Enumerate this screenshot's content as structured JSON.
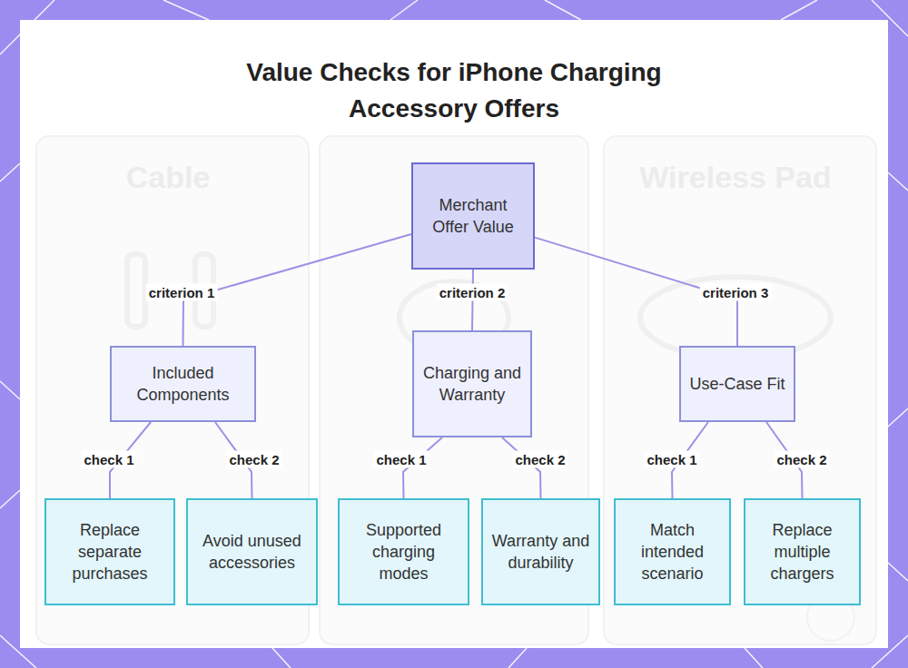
{
  "diagram": {
    "title": "Value Checks for iPhone Charging Accessory Offers",
    "nodes": [
      {
        "text": [
          "Merchant Offer Value"
        ]
      },
      {
        "text": [
          "Included Components"
        ]
      },
      {
        "text": [
          "Charging and Warranty"
        ]
      },
      {
        "text": [
          "Use-Case Fit"
        ]
      },
      {
        "text": [
          "Replace separate purchases"
        ]
      },
      {
        "text": [
          "Avoid unused accessories"
        ]
      },
      {
        "text": [
          "Supported charging modes"
        ]
      },
      {
        "text": [
          "Warranty and durability"
        ]
      },
      {
        "text": [
          "Match intended scenario"
        ]
      },
      {
        "text": [
          "Replace multiple chargers"
        ]
      }
    ],
    "edges": [
      {
        "from": 0,
        "to": 1,
        "label": "criterion 1",
        "arrow": "none"
      },
      {
        "from": 0,
        "to": 2,
        "label": "criterion 2",
        "arrow": "none"
      },
      {
        "from": 0,
        "to": 3,
        "label": "criterion 3",
        "arrow": "none"
      },
      {
        "from": 1,
        "to": 4,
        "label": "check 1",
        "arrow": "none"
      },
      {
        "from": 1,
        "to": 5,
        "label": "check 2",
        "arrow": "none"
      },
      {
        "from": 2,
        "to": 6,
        "label": "check 1",
        "arrow": "none"
      },
      {
        "from": 2,
        "to": 7,
        "label": "check 2",
        "arrow": "none"
      },
      {
        "from": 3,
        "to": 8,
        "label": "check 1",
        "arrow": "none"
      },
      {
        "from": 3,
        "to": 9,
        "label": "check 2",
        "arrow": "none"
      }
    ],
    "labels": [
      "Cable",
      "Wireless Pad"
    ]
  }
}
